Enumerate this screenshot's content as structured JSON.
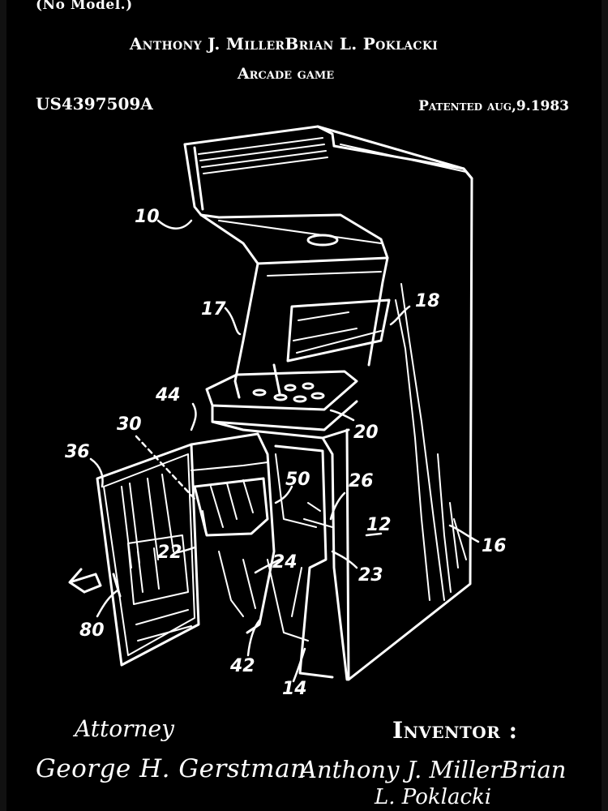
{
  "header": {
    "no_model": "(No Model.)",
    "inventors": "Anthony J. MillerBrian L. Poklacki",
    "title": "Arcade game",
    "patent_number": "US4397509A",
    "patent_date": "Patented aug,9.1983"
  },
  "drawing": {
    "subject": "arcade-cabinet",
    "refs": {
      "r10": "10",
      "r17": "17",
      "r18": "18",
      "r44": "44",
      "r30": "30",
      "r36": "36",
      "r20": "20",
      "r50": "50",
      "r26": "26",
      "r12": "12",
      "r16": "16",
      "r22": "22",
      "r24": "24",
      "r23": "23",
      "r80": "80",
      "r42": "42",
      "r14": "14"
    }
  },
  "footer": {
    "attorney_label": "Attorney",
    "attorney_name": "George H. Gerstman",
    "inventor_label": "Inventor :",
    "inventor_name_line1": "Anthony J. MillerBrian",
    "inventor_name_line2": "L. Poklacki"
  },
  "colors": {
    "background": "#000000",
    "ink": "#ffffff"
  }
}
